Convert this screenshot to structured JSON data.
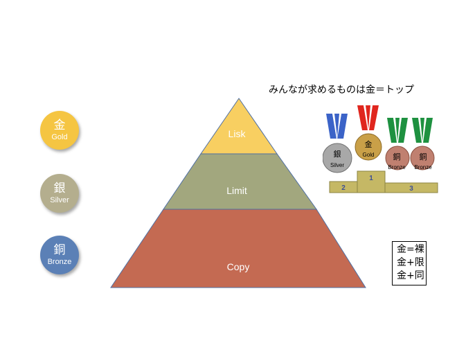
{
  "legend": {
    "gold": {
      "kanji": "金",
      "label": "Gold",
      "color": "#F5C542"
    },
    "silver": {
      "kanji": "銀",
      "label": "Silver",
      "color": "#B4AE8E"
    },
    "bronze": {
      "kanji": "銅",
      "label": "Bronze",
      "color": "#5B80B6"
    }
  },
  "pyramid": {
    "top": {
      "label": "Lisk",
      "color": "#F8CF61"
    },
    "middle": {
      "label": "Limit",
      "color": "#A2A77E"
    },
    "bottom": {
      "label": "Copy",
      "color": "#C46A52"
    },
    "outline": "#4F6FA3"
  },
  "headline": "みんなが求めるものは金＝トップ",
  "podium": {
    "places": [
      "2",
      "1",
      "3"
    ],
    "color": "#C5B865",
    "medals": [
      {
        "kanji": "銀",
        "label": "Silver",
        "ribbon": "blue"
      },
      {
        "kanji": "金",
        "label": "Gold",
        "ribbon": "red"
      },
      {
        "kanji": "銅",
        "label": "Bronze",
        "ribbon": "green"
      },
      {
        "kanji": "銅",
        "label": "Bronze",
        "ribbon": "green"
      }
    ]
  },
  "formulas": [
    "金=裸",
    "金+限",
    "金+同"
  ]
}
